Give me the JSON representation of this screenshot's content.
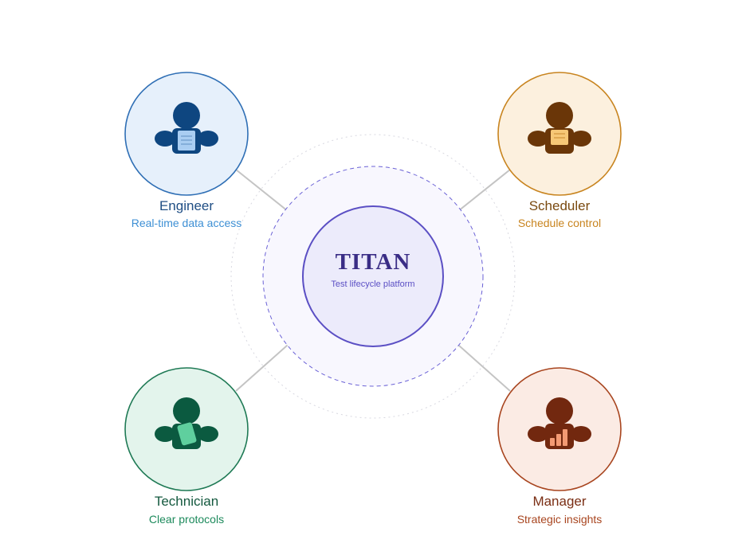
{
  "hub": {
    "title": "TITAN",
    "subtitle": "Test lifecycle platform",
    "title_color": "#3a2d86",
    "subtitle_color": "#5b4fc4",
    "ring_color": "#5b4fc4",
    "fill_color": "#ecebfb"
  },
  "roles": [
    {
      "id": "engineer",
      "title": "Engineer",
      "subtitle": "Real-time data access",
      "icon": "engineer-document-icon",
      "title_color": "#1f4e84",
      "subtitle_color": "#3d8fd4",
      "ring_color": "#2f6fb5",
      "fill_color": "#e6f0fb",
      "figure_color": "#0e4680",
      "accent_color": "#a9cdf2"
    },
    {
      "id": "scheduler",
      "title": "Scheduler",
      "subtitle": "Schedule control",
      "icon": "scheduler-note-icon",
      "title_color": "#7a4a10",
      "subtitle_color": "#c8841f",
      "ring_color": "#c8841f",
      "fill_color": "#fcf0de",
      "figure_color": "#6a3608",
      "accent_color": "#f7c877"
    },
    {
      "id": "technician",
      "title": "Technician",
      "subtitle": "Clear protocols",
      "icon": "technician-tablet-icon",
      "title_color": "#14593f",
      "subtitle_color": "#1d8a5c",
      "ring_color": "#1f7a55",
      "fill_color": "#e3f4ec",
      "figure_color": "#0b5a40",
      "accent_color": "#5fcf9e"
    },
    {
      "id": "manager",
      "title": "Manager",
      "subtitle": "Strategic insights",
      "icon": "manager-bar-chart-icon",
      "title_color": "#7a2e14",
      "subtitle_color": "#a8451f",
      "ring_color": "#a8451f",
      "fill_color": "#fbebe4",
      "figure_color": "#72280f",
      "accent_color": "#f39a73"
    }
  ]
}
